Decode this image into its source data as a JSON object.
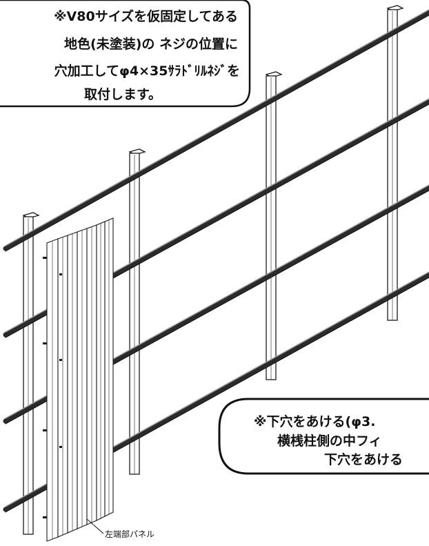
{
  "callout_top": {
    "lines": [
      "※V80サイズを仮固定してある",
      "地色(未塗装)の ネジの位置に",
      "穴加工してφ4×35ｻﾗﾄﾞﾘﾙﾈｼﾞを",
      "取付します。"
    ]
  },
  "callout_bottom": {
    "lines": [
      "※下穴をあける(φ3.",
      "横桟柱側の中フィ",
      "下穴をあける"
    ]
  },
  "panel_label": "左端部パネル",
  "colors": {
    "line": "#1a1a1a",
    "rail_dark": "#2b2b2b",
    "rail_light": "#9a9a9a",
    "background": "#ffffff"
  }
}
